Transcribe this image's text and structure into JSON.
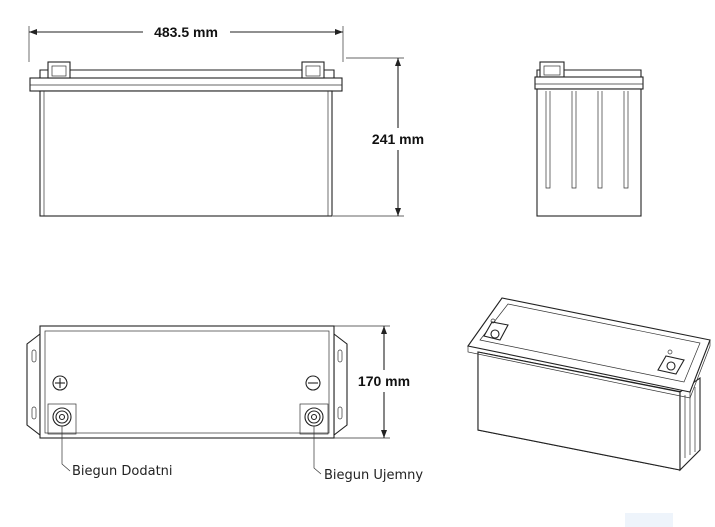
{
  "dimensions": {
    "length": "483.5 mm",
    "height": "241 mm",
    "width": "170 mm"
  },
  "callouts": {
    "positive_terminal": "Biegun Dodatni",
    "negative_terminal": "Biegun Ujemny"
  },
  "views": [
    "front-view",
    "side-view",
    "top-view",
    "isometric-view"
  ]
}
